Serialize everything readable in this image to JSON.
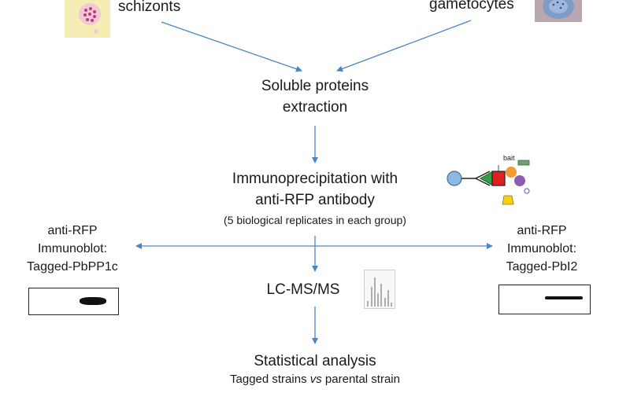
{
  "sources": {
    "left_label": "schizonts",
    "right_label": "gametocytes"
  },
  "steps": {
    "extraction_line1": "Soluble proteins",
    "extraction_line2": "extraction",
    "ip_line1": "Immunoprecipitation with",
    "ip_line2": "anti-RFP antibody",
    "ip_note": "(5 biological replicates in each group)",
    "lcms": "LC-MS/MS",
    "stats_title": "Statistical analysis",
    "stats_subtitle_pre": "Tagged strains ",
    "stats_subtitle_vs": "vs",
    "stats_subtitle_post": " parental strain"
  },
  "left_blot": {
    "line1": "anti-RFP",
    "line2": "Immunoblot:",
    "line3": "Tagged-PbPP1c"
  },
  "right_blot": {
    "line1": "anti-RFP",
    "line2": "Immunoblot:",
    "line3": "Tagged-PbI2"
  },
  "bait_diagram": {
    "bait_label": "bait"
  },
  "colors": {
    "arrow": "#4a86c5",
    "antibody_bead": "#8fb8e0",
    "antibody_tip": "#2f9e44",
    "bait": "#e02020",
    "prey_orange": "#f39c34",
    "prey_purple": "#8e5bb5",
    "prey_yellow": "#f4d10f",
    "prey_green": "#6fa06f"
  }
}
